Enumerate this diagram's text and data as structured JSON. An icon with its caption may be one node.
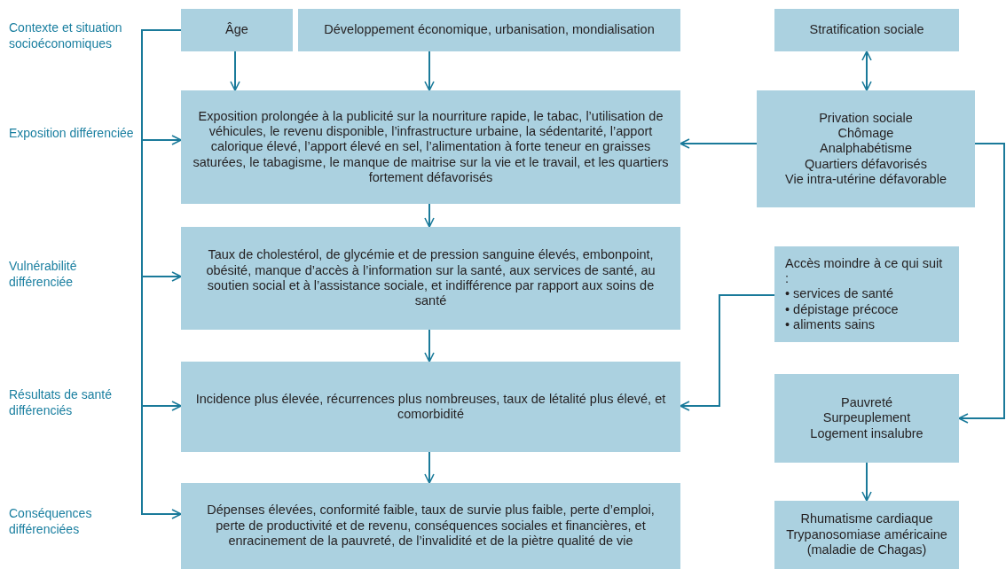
{
  "diagram": {
    "nodes": [
      {
        "text": [
          "Âge"
        ]
      },
      {
        "text": [
          "Développement économique, urbanisation, mondialisation"
        ]
      },
      {
        "text": [
          "Stratification sociale"
        ]
      },
      {
        "text": [
          "Exposition prolongée à la publicité sur la nourriture rapide, le tabac, l’utilisation de véhicules, le revenu disponible, l’infrastructure urbaine, la sédentarité, l’apport calorique élevé, l’apport élevé en sel, l’alimentation à forte teneur en graisses saturées, le tabagisme, le manque de maitrise sur la vie et le travail, et les quartiers fortement défavorisés"
        ]
      },
      {
        "text": [
          "Privation sociale",
          "Chômage",
          "Analphabétisme",
          "Quartiers défavorisés",
          "Vie intra-utérine défavorable"
        ]
      },
      {
        "text": [
          "Taux de cholestérol, de glycémie et de pression sanguine élevés, embonpoint, obésité, manque d’accès à l’information sur la santé, aux services de santé, au soutien social et à l’assistance sociale, et indifférence par rapport aux soins de santé"
        ]
      },
      {
        "text": [
          "Accès moindre à ce qui suit :",
          "• services de santé",
          "• dépistage précoce",
          "• aliments sains"
        ]
      },
      {
        "text": [
          "Incidence plus élevée, récurrences plus nombreuses, taux de létalité plus élevé, et comorbidité"
        ]
      },
      {
        "text": [
          "Pauvreté",
          "Surpeuplement",
          "Logement insalubre"
        ]
      },
      {
        "text": [
          "Dépenses élevées, conformité faible, taux de survie plus faible, perte d’emploi, perte de productivité et de revenu, conséquences sociales et financières, et enracinement de la pauvreté, de l’invalidité et de la piètre qualité de vie"
        ]
      },
      {
        "text": [
          "Rhumatisme cardiaque",
          "Trypanosomiase américaine (maladie de Chagas)"
        ]
      }
    ],
    "edges": [
      {
        "from": 0,
        "to": 3,
        "arrow": "to"
      },
      {
        "from": 1,
        "to": 3,
        "arrow": "to"
      },
      {
        "from": 2,
        "to": 4,
        "arrow": "both"
      },
      {
        "from": 4,
        "to": 3,
        "arrow": "to"
      },
      {
        "from": 3,
        "to": 5,
        "arrow": "to"
      },
      {
        "from": 5,
        "to": 7,
        "arrow": "to"
      },
      {
        "from": 7,
        "to": 9,
        "arrow": "to"
      },
      {
        "from": 6,
        "to": 7,
        "arrow": "to"
      },
      {
        "from": 8,
        "to": 10,
        "arrow": "to"
      },
      {
        "from": 4,
        "to": 8,
        "arrow": "to"
      },
      {
        "from": 0,
        "to": 3,
        "arrow": "to"
      },
      {
        "from": 0,
        "to": 5,
        "arrow": "to"
      },
      {
        "from": 0,
        "to": 7,
        "arrow": "to"
      },
      {
        "from": 0,
        "to": 9,
        "arrow": "to"
      }
    ],
    "labels": [
      "Contexte et situation socioéconomiques",
      "Exposition différenciée",
      "Vulnérabilité différenciée",
      "Résultats de santé différenciés",
      "Conséquences différenciées"
    ]
  }
}
